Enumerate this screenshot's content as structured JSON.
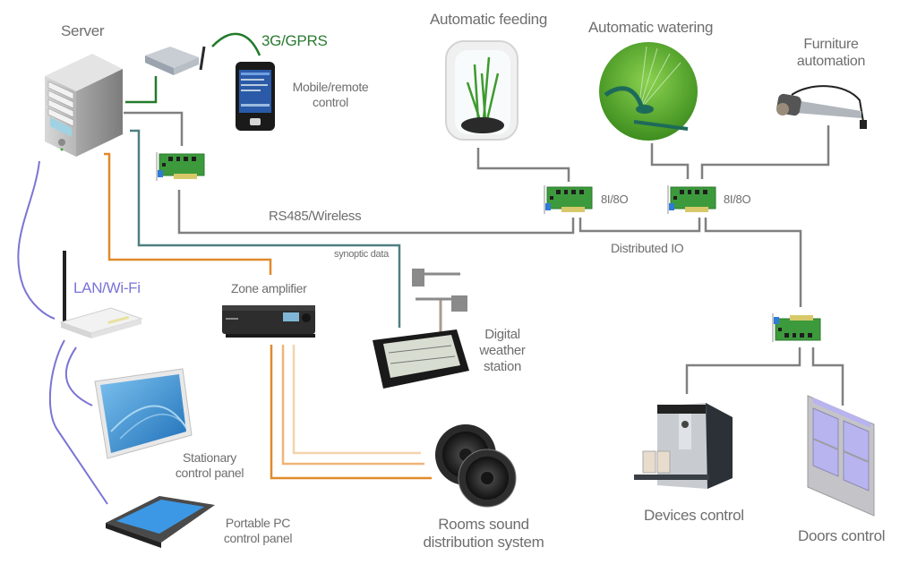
{
  "diagram": {
    "title": "Home automation system architecture",
    "colors": {
      "io_bus": "#808080",
      "gsm": "#237a2b",
      "synoptic": "#4f7f80",
      "audio": "#e08a2a",
      "audio_light_1": "#efb57a",
      "audio_light_2": "#f5d2ad",
      "lan": "#7b74d4"
    },
    "nodes": {
      "server": {
        "label": "Server",
        "icon": "server-tower-icon"
      },
      "gsm_modem": {
        "icon": "gsm-modem-icon"
      },
      "gsm_link": {
        "label": "3G/GPRS"
      },
      "mobile": {
        "label_line1": "Mobile/remote",
        "label_line2": "control",
        "icon": "pda-phone-icon"
      },
      "automatic_feeding": {
        "label": "Automatic feeding",
        "icon": "aquarium-icon"
      },
      "automatic_watering": {
        "label": "Automatic watering",
        "icon": "sprinkler-icon"
      },
      "furniture_automation": {
        "label_line1": "Furniture",
        "label_line2": "automation",
        "icon": "linear-actuator-icon"
      },
      "io_card_main": {
        "icon": "io-card-icon"
      },
      "io_card_1": {
        "label": "8I/8O",
        "icon": "io-card-icon"
      },
      "io_card_2": {
        "label": "8I/8O",
        "icon": "io-card-icon"
      },
      "io_card_3": {
        "icon": "io-card-icon"
      },
      "rs485_link": {
        "label": "RS485/Wireless"
      },
      "distributed_io": {
        "label": "Distributed IO"
      },
      "synoptic_link": {
        "label": "synoptic data"
      },
      "router": {
        "label": "LAN/Wi-Fi",
        "icon": "wifi-router-icon"
      },
      "zone_amplifier": {
        "label": "Zone amplifier",
        "icon": "amplifier-icon"
      },
      "weather_station": {
        "label_line1": "Digital",
        "label_line2": "weather",
        "label_line3": "station",
        "icon": "weather-station-icon"
      },
      "stationary_panel": {
        "label_line1": "Stationary",
        "label_line2": "control panel",
        "icon": "monitor-icon"
      },
      "portable_panel": {
        "label_line1": "Portable PC",
        "label_line2": "control panel",
        "icon": "tablet-icon"
      },
      "sound_system": {
        "label_line1": "Rooms sound",
        "label_line2": "distribution system",
        "icon": "speakers-icon"
      },
      "devices_control": {
        "label": "Devices control",
        "icon": "coffee-machine-icon"
      },
      "doors_control": {
        "label": "Doors control",
        "icon": "sliding-door-icon"
      }
    }
  }
}
